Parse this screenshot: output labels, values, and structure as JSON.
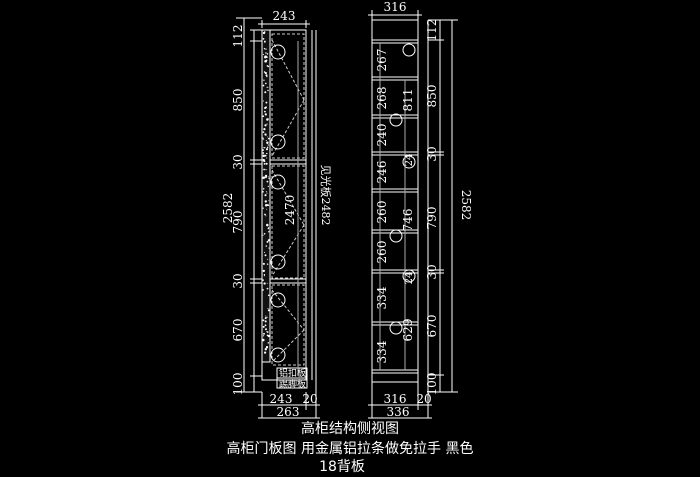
{
  "left_view": {
    "top_width": "243",
    "left_heights": [
      "112",
      "850",
      "30",
      "790",
      "30",
      "670",
      "100"
    ],
    "total_height": "2582",
    "inner_height": "2470",
    "side_panel_label": "见光板2482",
    "trim_labels": [
      "铝扣板",
      "踢脚板"
    ],
    "bottom_widths": [
      "243",
      "20"
    ],
    "bottom_total": "263"
  },
  "right_view": {
    "top_width": "316",
    "shelf_heights": [
      "267",
      "268",
      "240",
      "246",
      "260",
      "260",
      "334",
      "334"
    ],
    "group_heights": [
      "811",
      "746",
      "629"
    ],
    "right_heights": [
      "112",
      "850",
      "30",
      "790",
      "30",
      "670",
      "100"
    ],
    "total_height": "2582",
    "small_gaps": [
      "24",
      "24"
    ],
    "bottom_widths": [
      "316",
      "20"
    ],
    "bottom_total": "336"
  },
  "captions": {
    "title": "高柜结构侧视图",
    "line2": "高柜门板图 用金属铝拉条做免拉手 黑色",
    "line3": "18背板"
  }
}
